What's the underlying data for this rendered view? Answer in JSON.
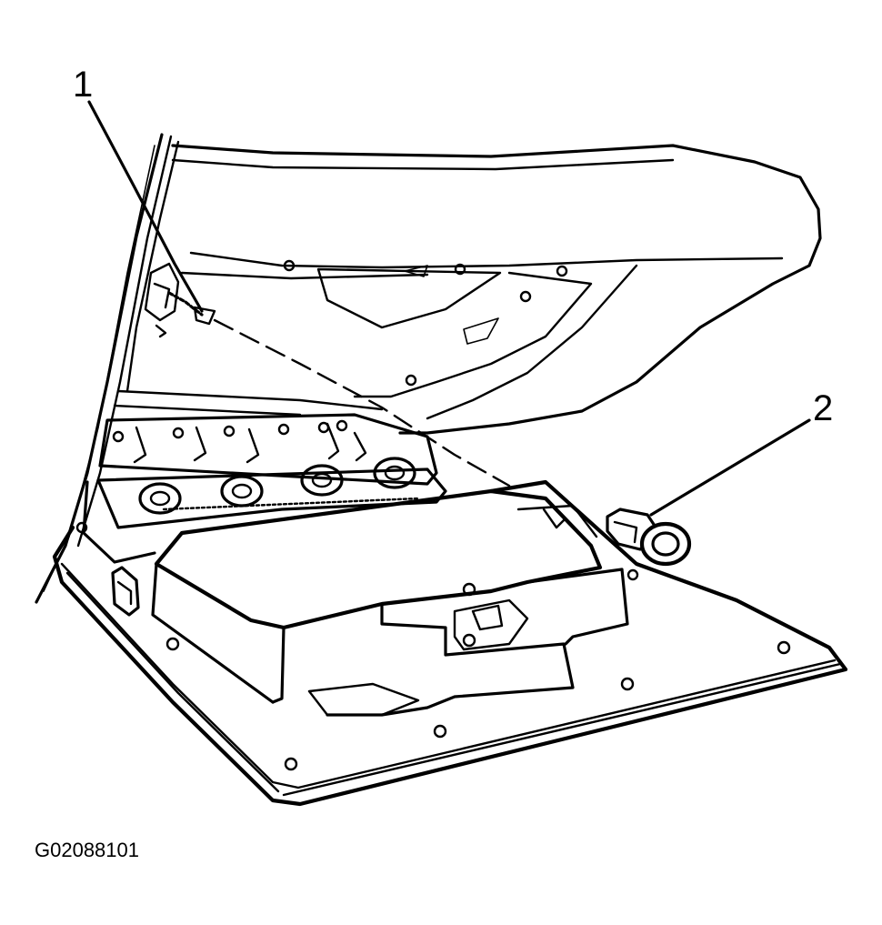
{
  "figure": {
    "callouts": [
      {
        "number": "1"
      },
      {
        "number": "2"
      }
    ],
    "figure_id": "G02088101"
  },
  "style": {
    "line_color": "#000000",
    "background": "#ffffff"
  }
}
